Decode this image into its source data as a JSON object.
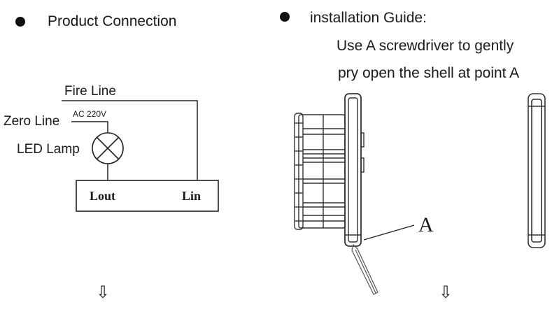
{
  "left": {
    "heading": "Product Connection",
    "labels": {
      "fire_line": "Fire Line",
      "zero_line": "Zero Line",
      "ac_voltage": "AC 220V",
      "led_lamp": "LED Lamp",
      "lout": "Lout",
      "lin": "Lin"
    },
    "arrow": "⇩"
  },
  "right": {
    "heading": "installation Guide:",
    "instruction_line1": "Use A screwdriver to gently",
    "instruction_line2": "pry open the shell at point A",
    "point_label": "A",
    "arrow": "⇩"
  }
}
